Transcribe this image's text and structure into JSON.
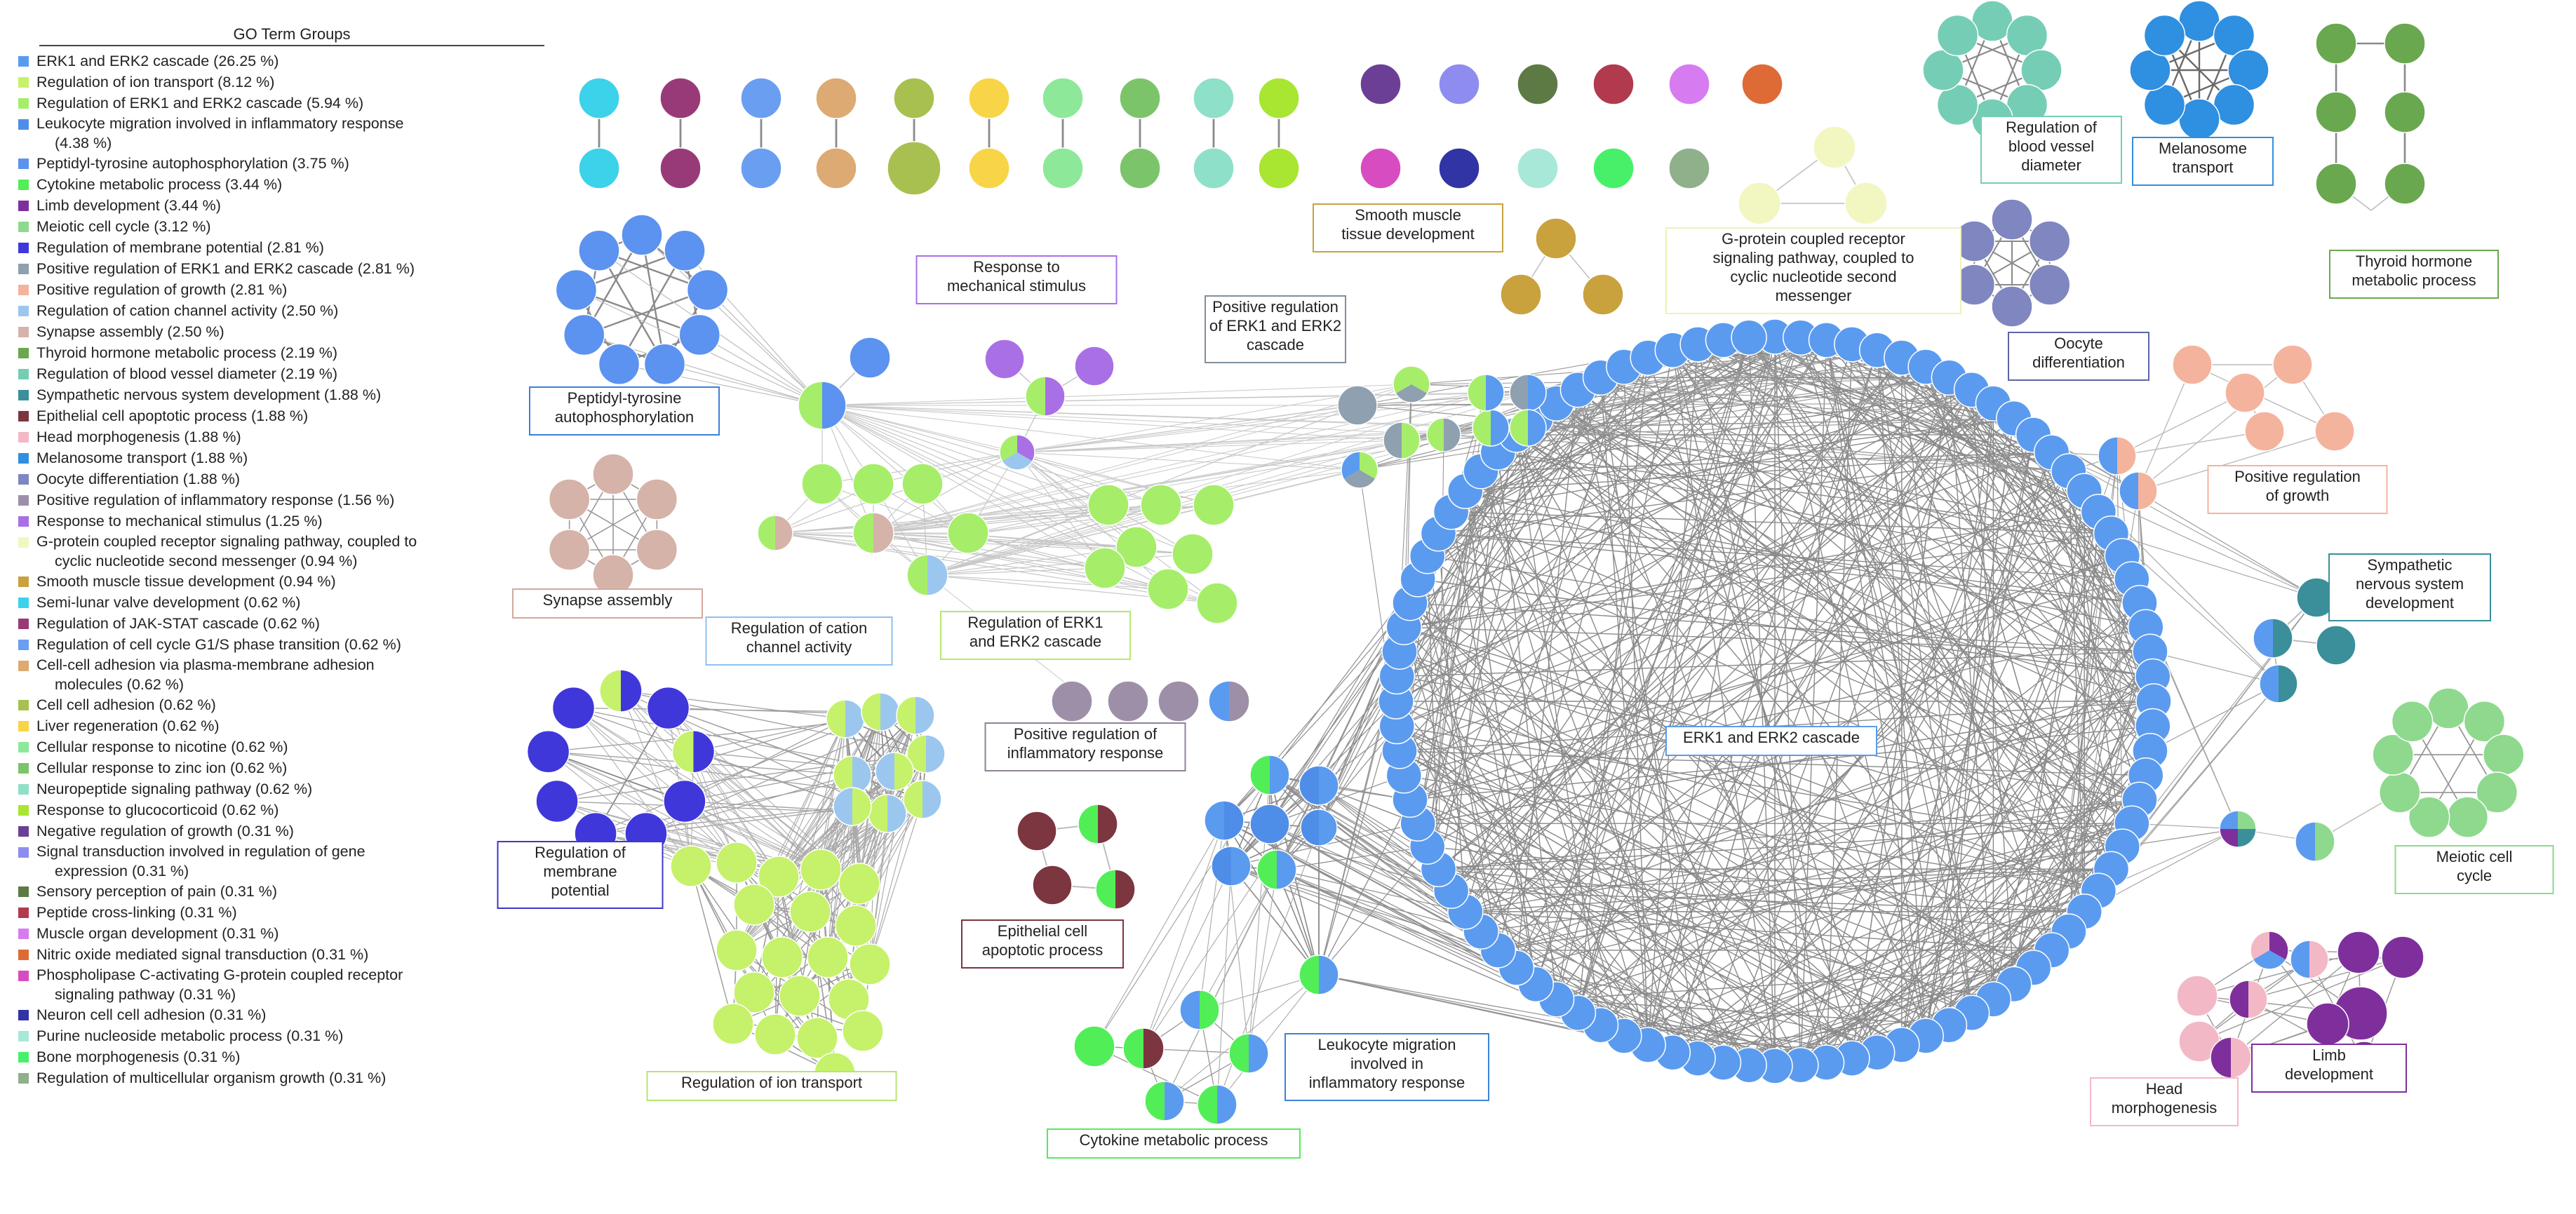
{
  "legend": {
    "title": "GO Term Groups",
    "items": [
      {
        "line1": "ERK1 and ERK2 cascade (26.25 %)",
        "color": "#5b9bef"
      },
      {
        "line1": "Regulation of ion transport (8.12 %)",
        "color": "#c6f16a"
      },
      {
        "line1": "Regulation of ERK1 and ERK2 cascade (5.94 %)",
        "color": "#a6ee6a"
      },
      {
        "line1": "Leukocyte migration involved in inflammatory response",
        "line2": "(4.38 %)",
        "color": "#4f8ee8"
      },
      {
        "line1": "Peptidyl-tyrosine autophosphorylation (3.75 %)",
        "color": "#5c92f0"
      },
      {
        "line1": "Cytokine metabolic process (3.44 %)",
        "color": "#52ee58"
      },
      {
        "line1": "Limb development (3.44 %)",
        "color": "#7f2f9c"
      },
      {
        "line1": "Meiotic cell cycle (3.12 %)",
        "color": "#8ed98e"
      },
      {
        "line1": "Regulation of membrane potential (2.81 %)",
        "color": "#3f37d9"
      },
      {
        "line1": "Positive regulation of ERK1 and ERK2 cascade (2.81 %)",
        "color": "#8fa0b0"
      },
      {
        "line1": "Positive regulation of growth (2.81 %)",
        "color": "#f4b39c"
      },
      {
        "line1": "Regulation of cation channel activity (2.50 %)",
        "color": "#9bc7ef"
      },
      {
        "line1": "Synapse assembly (2.50 %)",
        "color": "#d5b3a9"
      },
      {
        "line1": "Thyroid hormone metabolic process (2.19 %)",
        "color": "#6aa84f"
      },
      {
        "line1": "Regulation of blood vessel diameter (2.19 %)",
        "color": "#76cdb5"
      },
      {
        "line1": "Sympathetic nervous system development (1.88 %)",
        "color": "#3a8f9a"
      },
      {
        "line1": "Epithelial cell apoptotic process (1.88 %)",
        "color": "#7b3640"
      },
      {
        "line1": "Head morphogenesis (1.88 %)",
        "color": "#f3b8c6"
      },
      {
        "line1": "Melanosome transport (1.88 %)",
        "color": "#2f8fe0"
      },
      {
        "line1": "Oocyte differentiation (1.88 %)",
        "color": "#7f86c0"
      },
      {
        "line1": "Positive regulation of inflammatory response (1.56 %)",
        "color": "#9e8fa8"
      },
      {
        "line1": "Response to mechanical stimulus (1.25 %)",
        "color": "#a970e6"
      },
      {
        "line1": "G-protein coupled receptor signaling pathway, coupled to",
        "line2": "cyclic nucleotide second messenger (0.94 %)",
        "color": "#f2f7c2"
      },
      {
        "line1": "Smooth muscle tissue development (0.94 %)",
        "color": "#c9a23e"
      },
      {
        "line1": "Semi-lunar valve development (0.62 %)",
        "color": "#3bd2ea"
      },
      {
        "line1": "Regulation of JAK-STAT cascade (0.62 %)",
        "color": "#993a78"
      },
      {
        "line1": "Regulation of cell cycle G1/S phase transition (0.62 %)",
        "color": "#6a9ef0"
      },
      {
        "line1": "Cell-cell adhesion via plasma-membrane adhesion",
        "line2": "molecules (0.62 %)",
        "color": "#dcaa72"
      },
      {
        "line1": "Cell cell adhesion (0.62 %)",
        "color": "#a8c050"
      },
      {
        "line1": "Liver regeneration (0.62 %)",
        "color": "#f8d447"
      },
      {
        "line1": "Cellular response to nicotine (0.62 %)",
        "color": "#8de89a"
      },
      {
        "line1": "Cellular response to zinc ion (0.62 %)",
        "color": "#7cc46a"
      },
      {
        "line1": "Neuropeptide signaling pathway (0.62 %)",
        "color": "#8fe0c8"
      },
      {
        "line1": "Response to glucocorticoid (0.62 %)",
        "color": "#a8e632"
      },
      {
        "line1": "Negative regulation of growth (0.31 %)",
        "color": "#6c3f96"
      },
      {
        "line1": "Signal transduction involved in regulation of gene",
        "line2": "expression (0.31 %)",
        "color": "#8f8cf0"
      },
      {
        "line1": "Sensory perception of pain (0.31 %)",
        "color": "#5d7a44"
      },
      {
        "line1": "Peptide cross-linking (0.31 %)",
        "color": "#b23a4e"
      },
      {
        "line1": "Muscle organ development (0.31 %)",
        "color": "#d67cf0"
      },
      {
        "line1": "Nitric oxide mediated signal transduction (0.31 %)",
        "color": "#de6a36"
      },
      {
        "line1": "Phospholipase C-activating G-protein coupled receptor",
        "line2": "signaling pathway (0.31 %)",
        "color": "#d84cc2"
      },
      {
        "line1": "Neuron cell cell adhesion (0.31 %)",
        "color": "#3134a4"
      },
      {
        "line1": "Purine nucleoside metabolic process (0.31 %)",
        "color": "#a8e8d8"
      },
      {
        "line1": "Bone morphogenesis (0.31 %)",
        "color": "#48f06a"
      },
      {
        "line1": "Regulation of multicellular organism growth (0.31 %)",
        "color": "#8fb08a"
      }
    ]
  },
  "network": {
    "clusters": [
      {
        "line1": "ERK1 and ERK2 cascade",
        "color": "#5b9bef",
        "border": "#5b9bef"
      },
      {
        "line1": "Peptidyl-tyrosine",
        "line2": "autophosphorylation",
        "color": "#5c92f0",
        "border": "#3b7fdc"
      },
      {
        "line1": "Response to",
        "line2": "mechanical stimulus",
        "color": "#a970e6",
        "border": "#a970e6"
      },
      {
        "line1": "Positive regulation",
        "line2": "of ERK1 and ERK2",
        "line3": "cascade",
        "color": "#8fa0b0",
        "border": "#7f8e9c"
      },
      {
        "line1": "Synapse assembly",
        "color": "#d5b3a9",
        "border": "#d5a89c"
      },
      {
        "line1": "Regulation of cation",
        "line2": "channel activity",
        "color": "#9bc7ef",
        "border": "#8fc0ee"
      },
      {
        "line1": "Regulation of ERK1",
        "line2": "and ERK2 cascade",
        "color": "#a6ee6a",
        "border": "#b6e86a"
      },
      {
        "line1": "Regulation of",
        "line2": "membrane",
        "line3": "potential",
        "color": "#3f37d9",
        "border": "#3f37c9"
      },
      {
        "line1": "Regulation of ion transport",
        "color": "#c6f16a",
        "border": "#b6e472"
      },
      {
        "line1": "Positive regulation of",
        "line2": "inflammatory response",
        "color": "#9e8fa8",
        "border": "#8f8298"
      },
      {
        "line1": "Epithelial cell",
        "line2": "apoptotic process",
        "color": "#7b3640",
        "border": "#7b3640"
      },
      {
        "line1": "Cytokine metabolic process",
        "color": "#52ee58",
        "border": "#52ee58"
      },
      {
        "line1": "Leukocyte migration",
        "line2": "involved in",
        "line3": "inflammatory response",
        "color": "#4f8ee8",
        "border": "#3b84d8"
      },
      {
        "line1": "Smooth muscle",
        "line2": "tissue development",
        "color": "#c9a23e",
        "border": "#c9a23e"
      },
      {
        "line1": "G-protein coupled receptor",
        "line2": "signaling pathway, coupled to",
        "line3": "cyclic nucleotide second",
        "line4": "messenger",
        "color": "#f2f7c2",
        "border": "#eef2b8"
      },
      {
        "line1": "Regulation of",
        "line2": "blood vessel",
        "line3": "diameter",
        "color": "#76cdb5",
        "border": "#76cdb5"
      },
      {
        "line1": "Melanosome",
        "line2": "transport",
        "color": "#2f8fe0",
        "border": "#2f8fe0"
      },
      {
        "line1": "Thyroid hormone",
        "line2": "metabolic process",
        "color": "#6aa84f",
        "border": "#6aa84f"
      },
      {
        "line1": "Oocyte",
        "line2": "differentiation",
        "color": "#7f86c0",
        "border": "#5c64a8"
      },
      {
        "line1": "Positive regulation",
        "line2": "of growth",
        "color": "#f4b39c",
        "border": "#f4b39c"
      },
      {
        "line1": "Sympathetic",
        "line2": "nervous system",
        "line3": "development",
        "color": "#3a8f9a",
        "border": "#3a8f9a"
      },
      {
        "line1": "Meiotic cell",
        "line2": "cycle",
        "color": "#8ed98e",
        "border": "#8ed98e"
      },
      {
        "line1": "Head",
        "line2": "morphogenesis",
        "color": "#f3b8c6",
        "border": "#f3b8c6"
      },
      {
        "line1": "Limb",
        "line2": "development",
        "color": "#7f2f9c",
        "border": "#7f2f9c"
      }
    ]
  }
}
